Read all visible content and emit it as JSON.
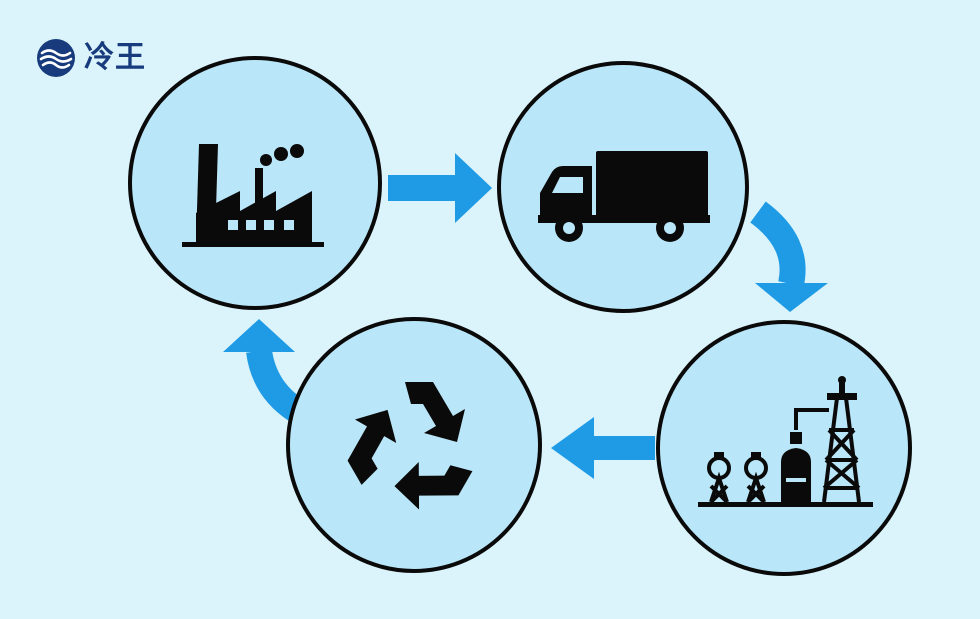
{
  "brand": {
    "name": "冷王",
    "logo_icon": "wave-globe-logo",
    "color": "#173b7d"
  },
  "colors": {
    "background": "#dbf3fb",
    "node_fill": "#b9e6f8",
    "node_stroke": "#0a0a0a",
    "arrow": "#1f9be6",
    "icon": "#0a0a0a"
  },
  "cycle": {
    "nodes": [
      {
        "id": "factory",
        "icon": "factory-icon"
      },
      {
        "id": "truck",
        "icon": "truck-icon"
      },
      {
        "id": "oil-refinery",
        "icon": "oil-derrick-refinery-icon"
      },
      {
        "id": "recycle",
        "icon": "recycle-icon"
      }
    ],
    "arrows": [
      {
        "from": "factory",
        "to": "truck"
      },
      {
        "from": "truck",
        "to": "oil-refinery"
      },
      {
        "from": "oil-refinery",
        "to": "recycle"
      },
      {
        "from": "recycle",
        "to": "factory"
      }
    ]
  }
}
